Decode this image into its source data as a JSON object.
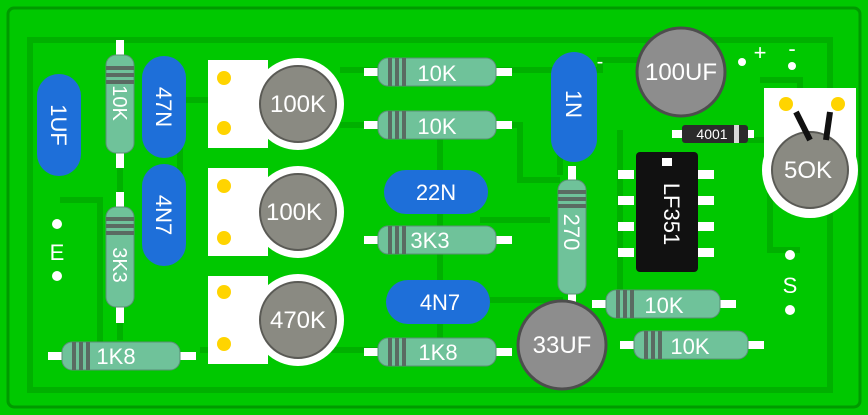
{
  "board": {
    "colors": {
      "board": "#00c800",
      "copper": "#00b000",
      "edge": "#009a00",
      "white": "#ffffff",
      "pad": "#ffd400",
      "resistor_body": "#6fc29a",
      "resistor_band": "#5a6b62",
      "ceramic_cap": "#1e6fd9",
      "electrolytic": "#8d8d8d",
      "ic": "#111111",
      "trimmer": "#8a8a82"
    }
  },
  "components": {
    "c_1uf": "1UF",
    "r_10k_left": "10K",
    "c_47n": "47N",
    "c_4n7_left": "4N7",
    "r_3k3_left": "3K3",
    "r_1k8_left": "1K8",
    "pot_100k_top": "100K",
    "pot_100k_mid": "100K",
    "pot_470k": "470K",
    "r_10k_top1": "10K",
    "r_10k_top2": "10K",
    "c_22n": "22N",
    "r_3k3_mid": "3K3",
    "c_4n7_mid": "4N7",
    "r_1k8_mid": "1K8",
    "c_1n": "1N",
    "r_270": "270",
    "c_100uf": "100UF",
    "c_33uf": "33UF",
    "diode_4001": "4001",
    "ic_lf351": "LF351",
    "pot_50k": "5OK",
    "r_10k_right1": "10K",
    "r_10k_right2": "10K"
  },
  "labels": {
    "E": "E",
    "S": "S",
    "plus": "+",
    "minus_top": "-",
    "minus_1n": "-"
  }
}
